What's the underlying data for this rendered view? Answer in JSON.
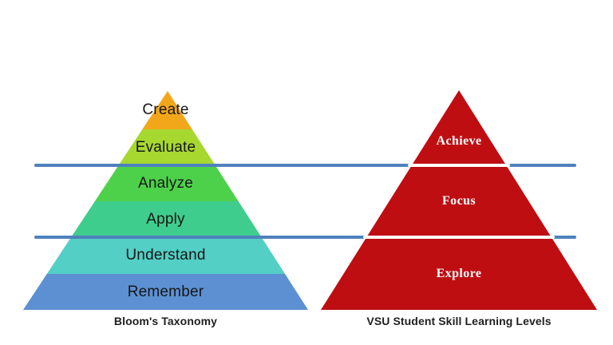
{
  "left_pyramid": {
    "caption": "Bloom's Taxonomy",
    "label_color": "#161616",
    "levels": [
      {
        "label": "Create",
        "color": "#F2A71B"
      },
      {
        "label": "Evaluate",
        "color": "#A6D830"
      },
      {
        "label": "Analyze",
        "color": "#4ED14A"
      },
      {
        "label": "Apply",
        "color": "#3ECD8D"
      },
      {
        "label": "Understand",
        "color": "#53CFC5"
      },
      {
        "label": "Remember",
        "color": "#5C90D2"
      }
    ]
  },
  "right_pyramid": {
    "caption": "VSU Student Skill Learning Levels",
    "fill_color": "#BE0E12",
    "label_color": "#FFFFFF",
    "divider_color": "#FFFFFF",
    "levels": [
      {
        "label": "Achieve"
      },
      {
        "label": "Focus"
      },
      {
        "label": "Explore"
      }
    ]
  },
  "reference_lines": {
    "color": "#4F81BD"
  }
}
